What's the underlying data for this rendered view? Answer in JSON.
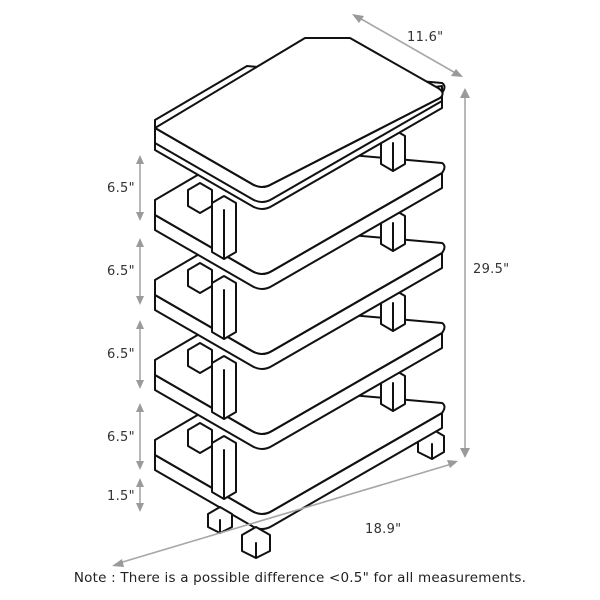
{
  "diagram": {
    "subject": "5-tier shelf dimensions",
    "colors": {
      "outline": "#111111",
      "dimension_line": "#a6a6a6",
      "background": "#ffffff"
    },
    "dimensions": {
      "depth": "11.6\"",
      "height": "29.5\"",
      "width": "18.9\"",
      "tier_gaps": [
        "6.5\"",
        "6.5\"",
        "6.5\"",
        "6.5\""
      ],
      "base_clearance": "1.5\""
    },
    "note": "Note : There is a possible difference <0.5\" for all measurements."
  }
}
